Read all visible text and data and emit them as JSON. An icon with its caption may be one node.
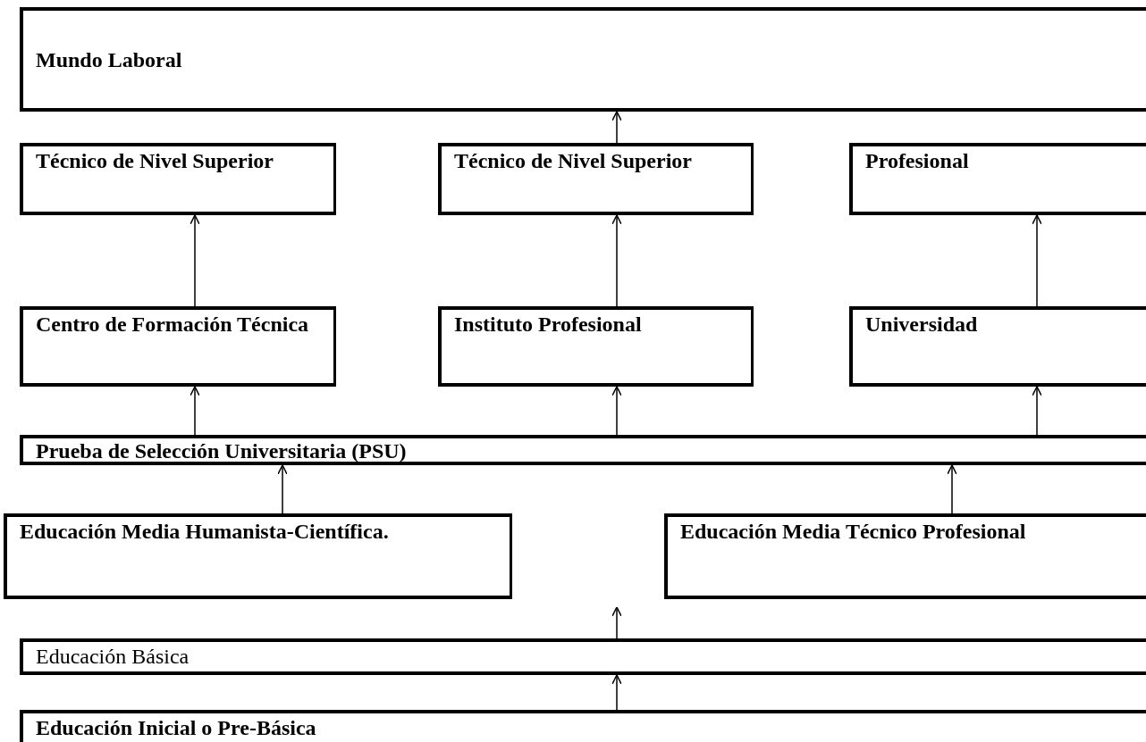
{
  "diagram": {
    "nodes": [
      {
        "text": [
          "Mundo Laboral"
        ]
      },
      {
        "text": [
          "Técnico de Nivel Superior"
        ]
      },
      {
        "text": [
          "Técnico de Nivel Superior"
        ]
      },
      {
        "text": [
          "Profesional"
        ]
      },
      {
        "text": [
          "Centro de Formación Técnica"
        ]
      },
      {
        "text": [
          "Instituto Profesional"
        ]
      },
      {
        "text": [
          "Universidad"
        ]
      },
      {
        "text": [
          "Prueba de Selección Universitaria (PSU)"
        ]
      },
      {
        "text": [
          "Educación Media Humanista-Científica."
        ]
      },
      {
        "text": [
          "Educación Media Técnico Profesional"
        ]
      },
      {
        "text": [
          "Educación Básica"
        ]
      },
      {
        "text": [
          "Educación Inicial o Pre-Básica"
        ]
      }
    ],
    "edges": [
      {
        "from": 2,
        "to": 0,
        "arrow": "to"
      },
      {
        "from": 4,
        "to": 1,
        "arrow": "to"
      },
      {
        "from": 5,
        "to": 2,
        "arrow": "to"
      },
      {
        "from": 6,
        "to": 3,
        "arrow": "to"
      },
      {
        "from": 7,
        "to": 4,
        "arrow": "to"
      },
      {
        "from": 7,
        "to": 5,
        "arrow": "to"
      },
      {
        "from": 7,
        "to": 6,
        "arrow": "to"
      },
      {
        "from": 8,
        "to": 7,
        "arrow": "to"
      },
      {
        "from": 9,
        "to": 7,
        "arrow": "to"
      },
      {
        "from": 10,
        "to": null,
        "arrow": "to"
      },
      {
        "from": 11,
        "to": 10,
        "arrow": "to"
      }
    ]
  }
}
